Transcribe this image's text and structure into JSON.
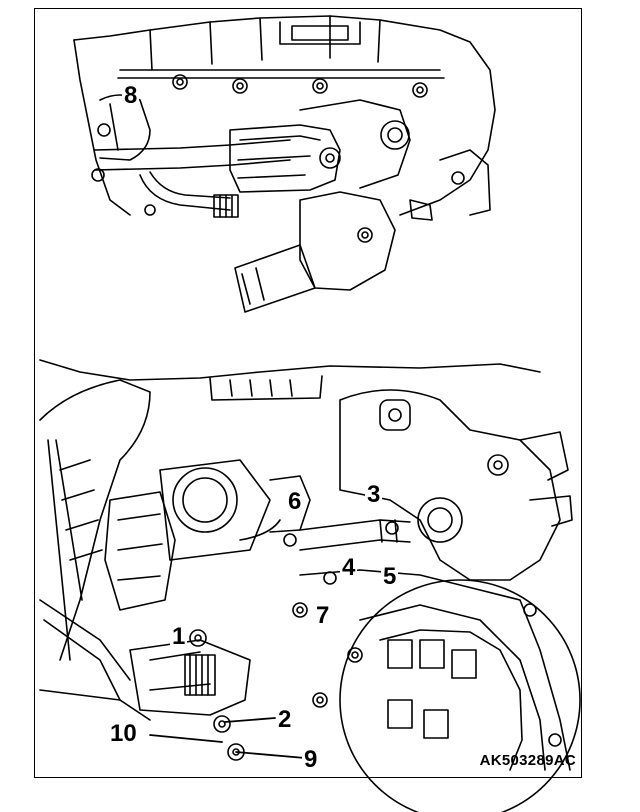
{
  "figure": {
    "code": "AK503289AC",
    "line_color": "#000000",
    "background": "#ffffff"
  },
  "callouts": {
    "c1": "1",
    "c2": "2",
    "c3": "3",
    "c4": "4",
    "c5": "5",
    "c6": "6",
    "c7": "7",
    "c8": "8",
    "c9": "9",
    "c10": "10"
  }
}
